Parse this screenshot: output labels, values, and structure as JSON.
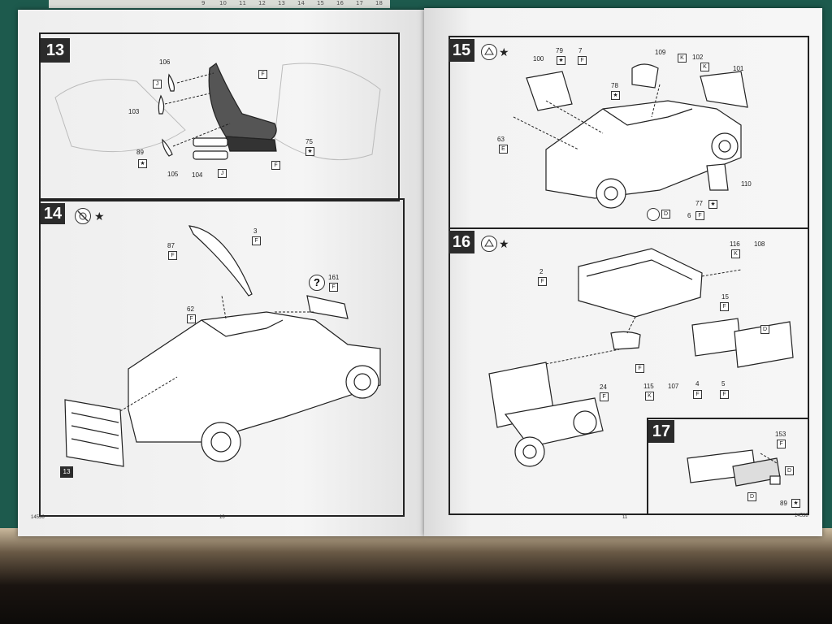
{
  "ruler_numbers": [
    "9",
    "10",
    "11",
    "12",
    "13",
    "14",
    "15",
    "16",
    "17",
    "18"
  ],
  "left_page": {
    "page_number": "10",
    "code": "14536",
    "step13": {
      "number": "13",
      "parts": {
        "p106": "106",
        "p103": "103",
        "p89": "89",
        "p105": "105",
        "p104": "104",
        "p75": "75"
      },
      "letters": {
        "j1": "J",
        "f1": "F",
        "star1": "★",
        "j2": "J",
        "star2": "★",
        "f2": "F"
      }
    },
    "step14": {
      "number": "14",
      "star": "★",
      "parts": {
        "p3": "3",
        "p87": "87",
        "p62": "62",
        "p161": "161",
        "p13": "13"
      },
      "letters": {
        "f3": "F",
        "f87": "F",
        "f62": "F",
        "f161": "F"
      },
      "question": "?"
    }
  },
  "right_page": {
    "page_number": "11",
    "code": "14538",
    "step15": {
      "number": "15",
      "star": "★",
      "parts": {
        "p100": "100",
        "p79": "79",
        "p7": "7",
        "p109": "109",
        "p102": "102",
        "p101": "101",
        "p78": "78",
        "p63": "63",
        "p110": "110",
        "p77": "77",
        "p6": "6"
      },
      "letters": {
        "k1": "K",
        "k2": "K",
        "f7": "F",
        "s79": "★",
        "s78": "★",
        "e63": "E",
        "s77": "★",
        "f6": "F",
        "d15": "D"
      }
    },
    "step16": {
      "number": "16",
      "star": "★",
      "parts": {
        "p2": "2",
        "p116": "116",
        "p108": "108",
        "p15": "15",
        "p24": "24",
        "p115": "115",
        "p107": "107",
        "p4": "4",
        "p5": "5"
      },
      "letters": {
        "f2": "F",
        "k116": "K",
        "f15": "F",
        "d16": "D",
        "f24": "F",
        "f16c": "F",
        "k115": "K",
        "f4": "F",
        "f5": "F"
      }
    },
    "step17": {
      "number": "17",
      "parts": {
        "p153": "153",
        "p89": "89"
      },
      "letters": {
        "f153": "F",
        "d1": "D",
        "d2": "D",
        "s89": "★"
      }
    }
  }
}
